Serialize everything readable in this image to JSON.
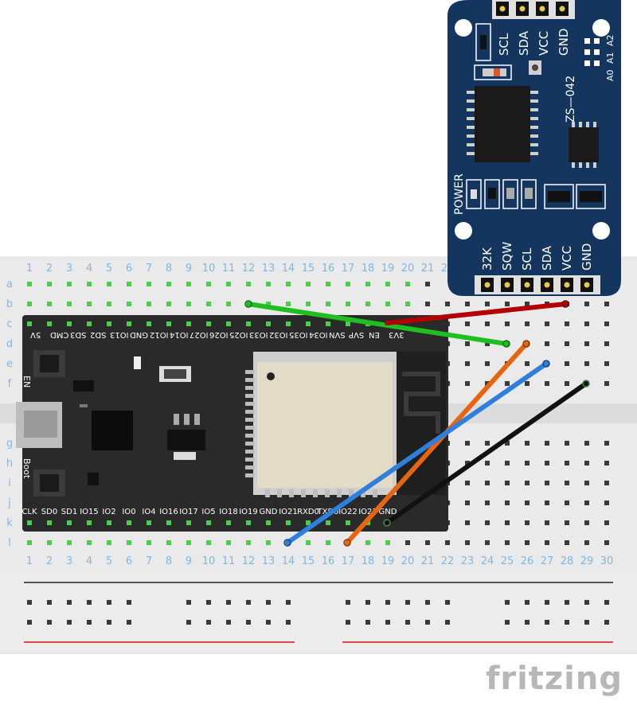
{
  "breadboard": {
    "columns": [
      "1",
      "2",
      "3",
      "4",
      "5",
      "6",
      "7",
      "8",
      "9",
      "10",
      "11",
      "12",
      "13",
      "14",
      "15",
      "16",
      "17",
      "18",
      "19",
      "20",
      "21",
      "22",
      "23",
      "24",
      "25",
      "26",
      "27",
      "28",
      "29",
      "30"
    ],
    "rows_top": [
      "a",
      "b",
      "c",
      "d",
      "e",
      "f"
    ],
    "rows_bottom": [
      "g",
      "h",
      "i",
      "j",
      "k",
      "l"
    ]
  },
  "board": {
    "top_pins": [
      "5V",
      "CMD",
      "SD3",
      "SD2",
      "IO13",
      "GND",
      "IO12",
      "IO14",
      "IO27",
      "IO26",
      "IO25",
      "IO33",
      "IO32",
      "IO35",
      "IO34",
      "SVN",
      "SVP",
      "EN",
      "3V3"
    ],
    "bottom_pins": [
      "CLK",
      "SD0",
      "SD1",
      "IO15",
      "IO2",
      "IO0",
      "IO4",
      "IO16",
      "IO17",
      "IO5",
      "IO18",
      "IO19",
      "GND",
      "IO21",
      "RXD0",
      "TXD0",
      "IO22",
      "IO23",
      "GND"
    ],
    "button_en": "EN",
    "button_boot": "Boot"
  },
  "rtc": {
    "top_pins": [
      "SCL",
      "SDA",
      "VCC",
      "GND"
    ],
    "model": "ZS—042",
    "address_labels": [
      "A0",
      "A1",
      "A2"
    ],
    "power_label": "POWER",
    "bottom_pins": [
      "32K",
      "SQW",
      "SCL",
      "SDA",
      "VCC",
      "GND"
    ]
  },
  "wires": [
    {
      "color": "#1fbf1f"
    },
    {
      "color": "#b30000"
    },
    {
      "color": "#e8650f"
    },
    {
      "color": "#2f7fdc"
    },
    {
      "color": "#111111"
    }
  ],
  "branding": "fritzing"
}
